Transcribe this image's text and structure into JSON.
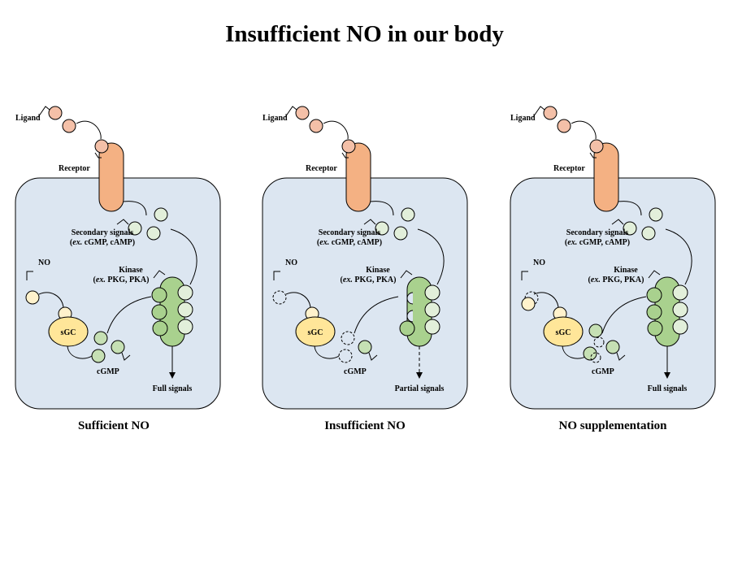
{
  "title": "Insufficient NO in our body",
  "labels": {
    "ligand": "Ligand",
    "receptor": "Receptor",
    "secondary_line1": "Secondary signals",
    "secondary_ex": "ex.",
    "secondary_line2_rest": " cGMP, cAMP)",
    "kinase_line1": "Kinase",
    "kinase_ex": "ex.",
    "kinase_line2_rest": " PKG, PKA)",
    "no": "NO",
    "sgc": "sGC",
    "cgmp": "cGMP"
  },
  "panels": [
    {
      "caption": "Sufficient NO",
      "signal_label": "Full signals",
      "no_state": "bound",
      "kinase_state": "full",
      "arrow": "solid"
    },
    {
      "caption": "Insufficient NO",
      "signal_label": "Partial signals",
      "no_state": "missing",
      "kinase_state": "partial",
      "arrow": "dashed"
    },
    {
      "caption": "NO supplementation",
      "signal_label": "Full signals",
      "no_state": "supplemented",
      "kinase_state": "full",
      "arrow": "solid"
    }
  ],
  "colors": {
    "cell_fill": "#dce6f1",
    "ligand_fill": "#f4c0a8",
    "receptor_fill": "#f4b183",
    "secondary_fill": "#e2efda",
    "kinase_fill": "#a9d18e",
    "cgmp_fill": "#c6e0b4",
    "no_fill": "#fff2cc",
    "sgc_fill": "#ffe699"
  }
}
